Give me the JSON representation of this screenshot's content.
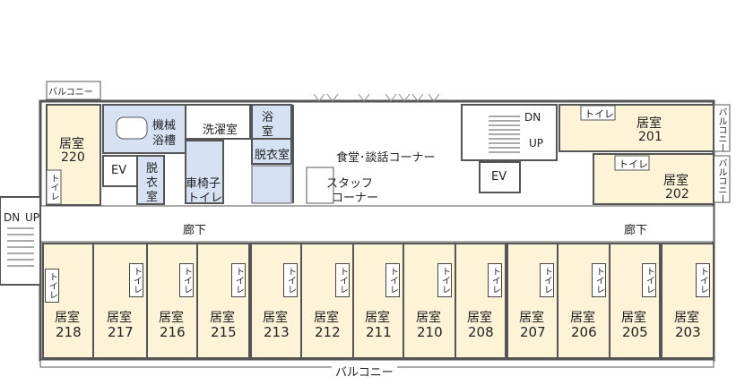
{
  "balcony": {
    "top_left": "バルコニー",
    "bottom": "バルコニー",
    "right_1": "バルコニー",
    "right_2": "バルコニー"
  },
  "rooms": {
    "r220": {
      "label": "居室",
      "number": "220"
    },
    "r201": {
      "label": "居室",
      "number": "201"
    },
    "r202": {
      "label": "居室",
      "number": "202"
    },
    "bottom": [
      {
        "label": "居室",
        "number": "218"
      },
      {
        "label": "居室",
        "number": "217"
      },
      {
        "label": "居室",
        "number": "216"
      },
      {
        "label": "居室",
        "number": "215"
      },
      {
        "label": "居室",
        "number": "213"
      },
      {
        "label": "居室",
        "number": "212"
      },
      {
        "label": "居室",
        "number": "211"
      },
      {
        "label": "居室",
        "number": "210"
      },
      {
        "label": "居室",
        "number": "208"
      },
      {
        "label": "居室",
        "number": "207"
      },
      {
        "label": "居室",
        "number": "206"
      },
      {
        "label": "居室",
        "number": "205"
      },
      {
        "label": "居室",
        "number": "203"
      }
    ]
  },
  "facilities": {
    "machine_bath_1": "機械",
    "machine_bath_2": "浴槽",
    "laundry": "洗濯室",
    "bath_1": "浴",
    "bath_2": "室",
    "dressing_right": "脱衣室",
    "dressing_left_1": "脱",
    "dressing_left_2": "衣",
    "dressing_left_3": "室",
    "wheelchair_1": "車椅子",
    "wheelchair_2": "トイレ",
    "dining": "食堂･談話コーナー",
    "staff_1": "スタッフ",
    "staff_2": "コーナー",
    "ev_left": "EV",
    "ev_center": "EV"
  },
  "corridor": {
    "left": "廊下",
    "right": "廊下"
  },
  "stairs": {
    "left_dn": "DN",
    "left_up": "UP",
    "center_dn": "DN",
    "center_up": "UP"
  },
  "toilet_label": "トイレ",
  "colors": {
    "room_fill": "#fdf4d8",
    "wet_fill": "#d6e2f4",
    "wall": "#555555",
    "corridor_fill": "#ffffff"
  }
}
